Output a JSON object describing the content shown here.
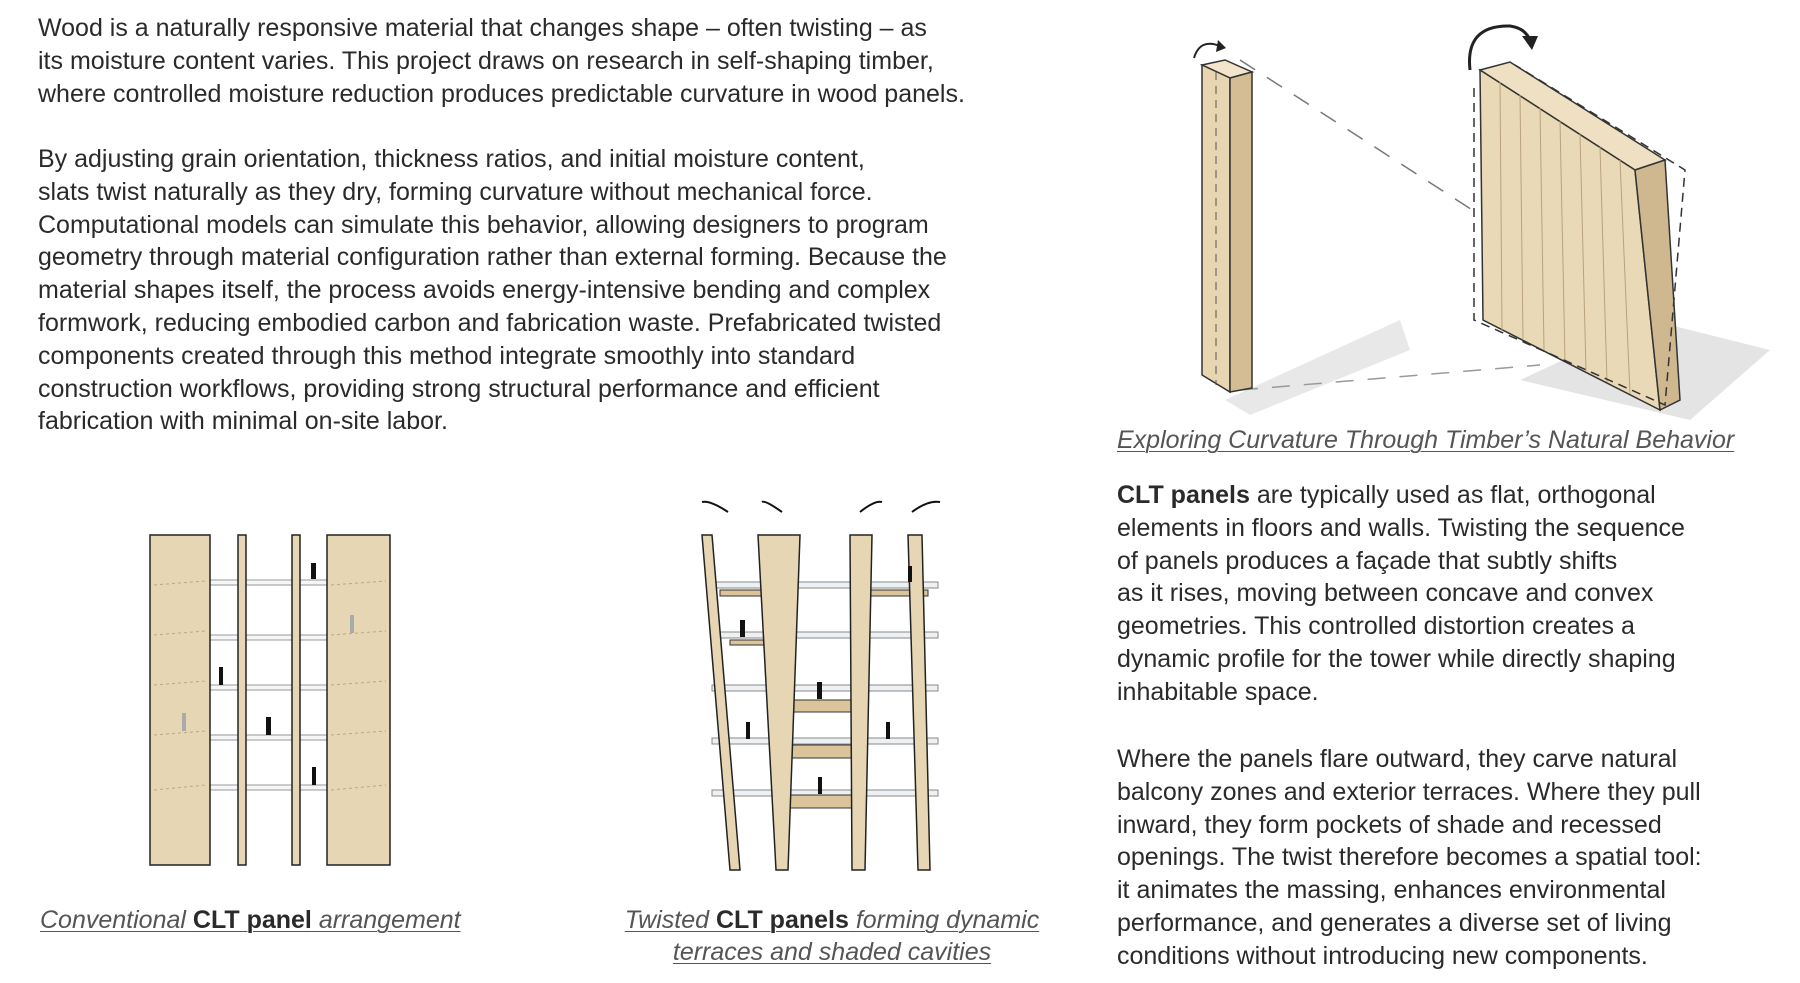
{
  "intro": {
    "p1": [
      "Wood is a naturally responsive material that changes shape – often twisting – as",
      "its moisture content varies. This project draws on research in self-shaping timber,",
      "where controlled moisture reduction produces predictable curvature in wood panels."
    ],
    "p2": [
      "By adjusting grain orientation, thickness ratios, and initial moisture content,",
      "slats twist naturally as they dry, forming curvature without mechanical force.",
      "Computational models can simulate this behavior, allowing designers to program",
      "geometry through material configuration rather than external forming. Because the",
      "material shapes itself, the process avoids energy-intensive bending and complex",
      "formwork, reducing embodied carbon and fabrication waste. Prefabricated twisted",
      "components created through this method integrate smoothly into standard",
      "construction workflows, providing strong structural performance and efficient",
      "fabrication with minimal on-site labor."
    ]
  },
  "captions": {
    "timber": "Exploring Curvature Through Timber’s Natural Behavior",
    "conventional": {
      "pre": "Conventional ",
      "bold": "CLT panel",
      "post": " arrangement"
    },
    "twisted": {
      "pre": "Twisted ",
      "bold": "CLT panels",
      "post": " forming dynamic",
      "line2": "terraces and shaded cavities"
    }
  },
  "right": {
    "p1_bold": "CLT panels",
    "p1_first": " are typically used as flat, orthogonal",
    "p1": [
      "elements in floors and walls. Twisting the sequence",
      "of panels produces a façade that subtly shifts",
      "as it rises, moving between concave and convex",
      "geometries. This controlled distortion creates a",
      "dynamic profile for the tower while directly shaping",
      "inhabitable space."
    ],
    "p2": [
      "Where the panels flare outward, they carve natural",
      "balcony zones and exterior terraces. Where they pull",
      "inward, they form pockets of shade and recessed",
      "openings. The twist therefore becomes a spatial tool:",
      "it animates the massing, enhances environmental",
      "performance, and generates a diverse set of living",
      "conditions without introducing new components."
    ]
  },
  "colors": {
    "wood": "#e6d6b4",
    "wood_dark": "#c9b48d",
    "text": "#2a2a2a",
    "caption": "#555555"
  }
}
